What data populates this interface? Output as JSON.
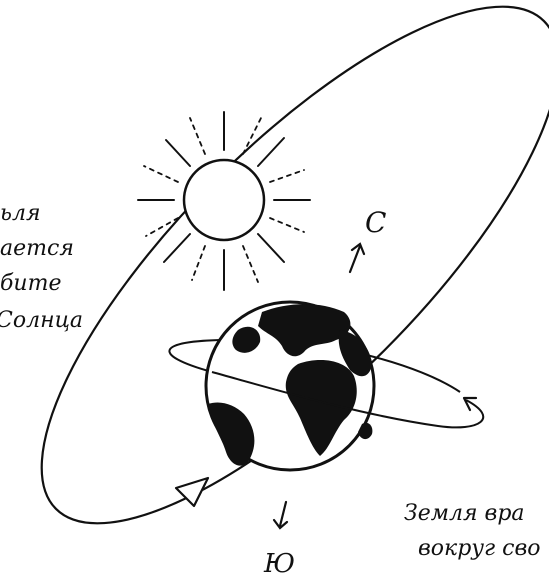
{
  "labels": {
    "orbit_line1": "ьля",
    "orbit_line2": "ается",
    "orbit_line3": "бите",
    "orbit_line4": "Солнца",
    "north": "С",
    "south": "Ю",
    "rotation_line1": "Земля вра",
    "rotation_line2": "вокруг сво"
  },
  "colors": {
    "ink": "#111111",
    "background": "#ffffff"
  },
  "icons": [
    "sun-icon",
    "earth-globe-icon",
    "arrow-up-icon",
    "arrow-down-icon",
    "orbit-arrow-icon",
    "rotation-arrow-icon"
  ]
}
